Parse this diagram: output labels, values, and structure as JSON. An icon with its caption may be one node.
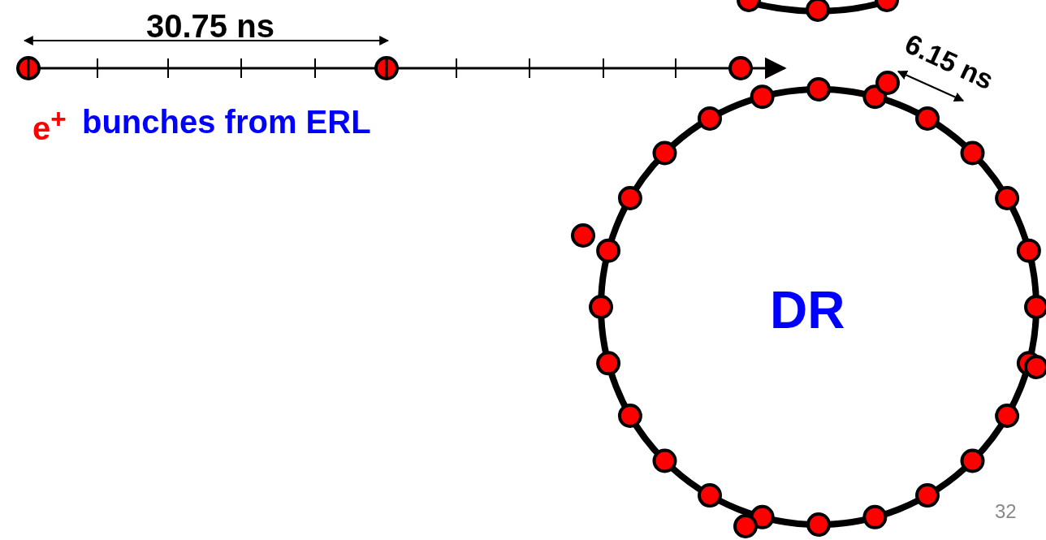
{
  "diagram": {
    "nodes": [
      {
        "text": [
          "DR"
        ]
      }
    ],
    "labels": [
      "30.75 ns",
      "e$^{+}$",
      "bunches from ERL",
      "6.15 ns",
      "32"
    ]
  }
}
